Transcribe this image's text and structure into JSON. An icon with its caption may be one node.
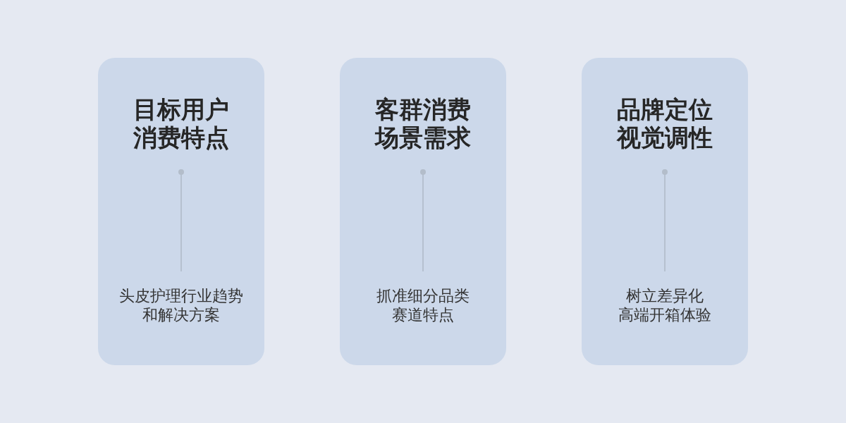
{
  "diagram": {
    "nodes": [
      {
        "text": [
          "目标用户消费特点",
          "头皮护理行业趋势和解决方案"
        ]
      },
      {
        "text": [
          "客群消费场景需求",
          "抓准细分品类赛道特点"
        ]
      },
      {
        "text": [
          "品牌定位视觉调性",
          "树立差异化高端开箱体验"
        ]
      }
    ]
  }
}
